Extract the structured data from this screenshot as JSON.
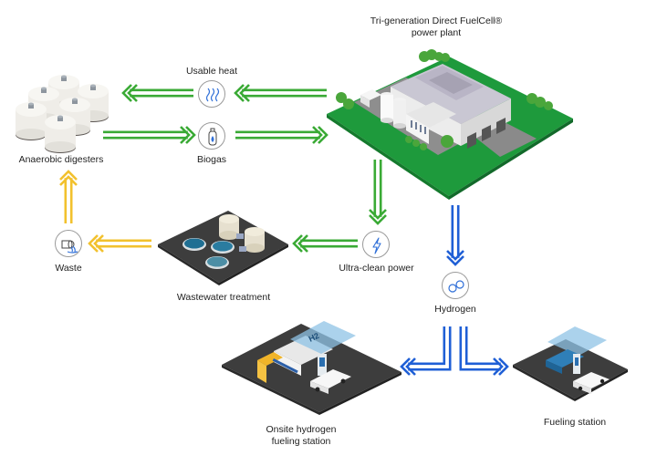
{
  "title": "Tri-generation Direct FuelCell® power plant",
  "nodes": {
    "power_plant": {
      "label_line1": "Tri-generation Direct FuelCell®",
      "label_line2": "power plant"
    },
    "digesters": {
      "label": "Anaerobic digesters"
    },
    "usable_heat": {
      "label": "Usable heat",
      "icon": "heat-waves-icon"
    },
    "biogas": {
      "label": "Biogas",
      "icon": "gas-cylinder-icon"
    },
    "ultra_clean_power": {
      "label": "Ultra-clean power",
      "icon": "lightning-bolt-icon"
    },
    "wastewater": {
      "label": "Wastewater treatment"
    },
    "waste": {
      "label": "Waste",
      "icon": "waste-pipe-icon"
    },
    "hydrogen": {
      "label": "Hydrogen",
      "icon": "hydrogen-molecule-icon"
    },
    "onsite_station": {
      "label_line1": "Onsite hydrogen",
      "label_line2": "fueling station"
    },
    "fueling_station": {
      "label": "Fueling station"
    }
  },
  "flows": [
    {
      "from": "Tri-generation Direct FuelCell® power plant",
      "to": "Usable heat",
      "color": "green"
    },
    {
      "from": "Usable heat",
      "to": "Anaerobic digesters",
      "color": "green"
    },
    {
      "from": "Anaerobic digesters",
      "to": "Biogas",
      "color": "green"
    },
    {
      "from": "Biogas",
      "to": "Tri-generation Direct FuelCell® power plant",
      "color": "green"
    },
    {
      "from": "Tri-generation Direct FuelCell® power plant",
      "to": "Ultra-clean power",
      "color": "green"
    },
    {
      "from": "Ultra-clean power",
      "to": "Wastewater treatment",
      "color": "green"
    },
    {
      "from": "Wastewater treatment",
      "to": "Waste",
      "color": "yellow"
    },
    {
      "from": "Waste",
      "to": "Anaerobic digesters",
      "color": "yellow"
    },
    {
      "from": "Tri-generation Direct FuelCell® power plant",
      "to": "Hydrogen",
      "color": "blue"
    },
    {
      "from": "Hydrogen",
      "to": "Onsite hydrogen fueling station",
      "color": "blue"
    },
    {
      "from": "Hydrogen",
      "to": "Fueling station",
      "color": "blue"
    }
  ],
  "colors": {
    "green": "#3aaa35",
    "yellow": "#f2c12e",
    "blue": "#1f5fd6",
    "grass": "#1e9a3c",
    "asphalt": "#3f3f3f",
    "icon_blue": "#2f6fd8"
  },
  "truck_tank_text": "H2"
}
